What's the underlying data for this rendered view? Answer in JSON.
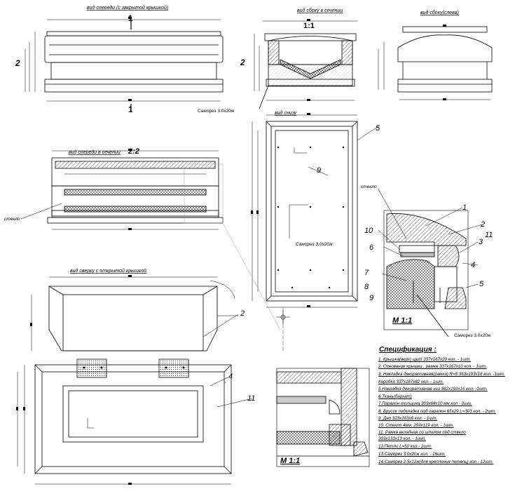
{
  "views": {
    "front": "вид спереди (с закрытой крышкой)",
    "side_section": "вид сбоку в сечении",
    "side_left": "вид сбоку(слева)",
    "bottom": "вид снизу",
    "front_section": "вид спереди в сечении",
    "top_open": "вид сверху с открытой крышкой"
  },
  "marks": {
    "one": "1",
    "two": "2",
    "scale_11": "1:1",
    "section_22": "2:2",
    "m11": "М 1:1"
  },
  "labels": {
    "screw1": "Саморез 3.0х20ж",
    "screw2": "Саморез 3.0х20ж",
    "screw3": "Саморез 3.0х20ж",
    "glass1": "стекло",
    "glass2": "стекло"
  },
  "callouts": [
    "1",
    "2",
    "3",
    "4",
    "5",
    "6",
    "7",
    "8",
    "9",
    "10",
    "11"
  ],
  "spec": {
    "title": "Спецификация :",
    "items": [
      "1. Крышка(верх) щит 337х167х20 кол. - 1шт.",
      "2. Основание крышки , рамка 337х167х10 кол. - 1шт.",
      "3. Накладка декоративная(рамка) R=5 363х193х16 кол. -1шт.",
      "Коробка 337х167х62 кол. - 1шт.",
      "5.Накладка декоративная низ 362х192х16 кол. -1шт.",
      "6.Ткань(бархат)",
      "7.Паралон толщина 303х66х10 мм кол - 2шт.",
      "8. Брусок подкладка под паралон 65х29 L=303 кол. - 2шт.",
      "9. Дно 323х163х6 кол. - 1шт.",
      "10. Стекло 4мм. 259х119 кол. - 1шт.",
      "11. Рамка вкладная со шпилом под стекло",
      "303х133х13 кол. - 1шт.",
      "12.Петли L=50 кол.- 2шт.",
      "13.Саморез 3.0х20ж кол. - 16шт.",
      "14.Саморез 2.5х12ж(для крепления петель) кол.- 12шт."
    ]
  }
}
